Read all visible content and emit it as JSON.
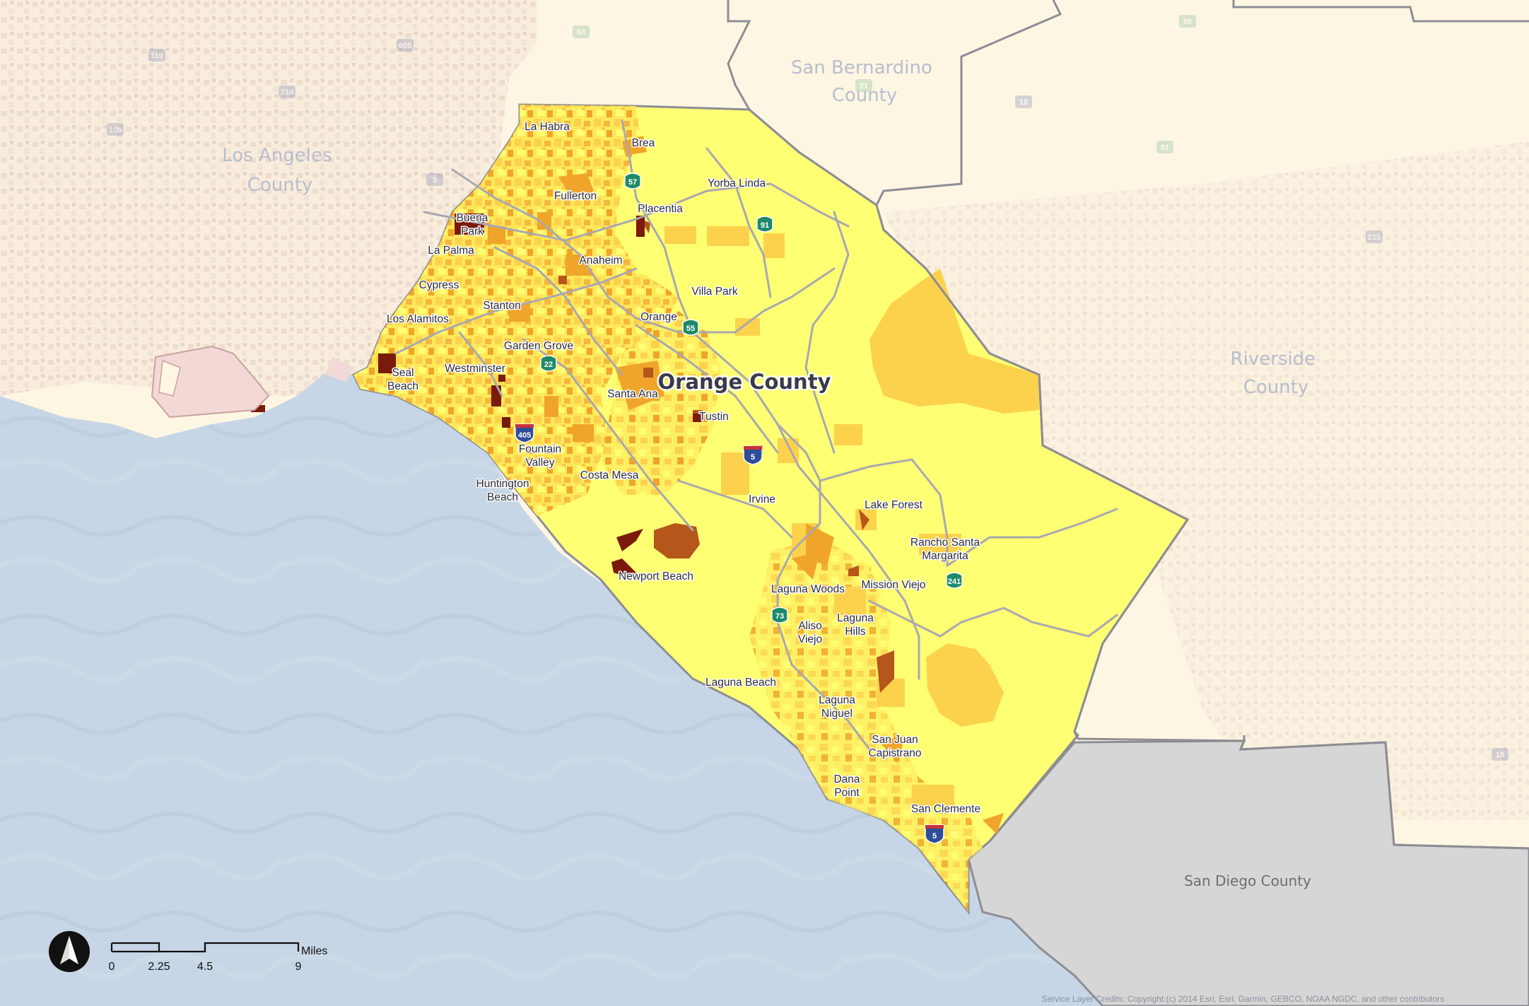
{
  "counties": {
    "main": "Orange County",
    "neighbors": [
      {
        "id": "los-angeles",
        "lines": [
          "Los Angeles",
          "County"
        ]
      },
      {
        "id": "san-bernardino",
        "lines": [
          "San Bernardino",
          "County"
        ]
      },
      {
        "id": "riverside",
        "lines": [
          "Riverside",
          "County"
        ]
      },
      {
        "id": "san-diego",
        "lines": [
          "San Diego County"
        ]
      }
    ]
  },
  "cities": [
    {
      "id": "la-habra",
      "lines": [
        "La Habra"
      ]
    },
    {
      "id": "brea",
      "lines": [
        "Brea"
      ]
    },
    {
      "id": "yorba-linda",
      "lines": [
        "Yorba Linda"
      ]
    },
    {
      "id": "fullerton",
      "lines": [
        "Fullerton"
      ]
    },
    {
      "id": "placentia",
      "lines": [
        "Placentia"
      ]
    },
    {
      "id": "buena-park",
      "lines": [
        "Buena",
        "Park"
      ]
    },
    {
      "id": "la-palma",
      "lines": [
        "La Palma"
      ]
    },
    {
      "id": "anaheim",
      "lines": [
        "Anaheim"
      ]
    },
    {
      "id": "cypress",
      "lines": [
        "Cypress"
      ]
    },
    {
      "id": "villa-park",
      "lines": [
        "Villa Park"
      ]
    },
    {
      "id": "stanton",
      "lines": [
        "Stanton"
      ]
    },
    {
      "id": "los-alamitos",
      "lines": [
        "Los Alamitos"
      ]
    },
    {
      "id": "orange",
      "lines": [
        "Orange"
      ]
    },
    {
      "id": "garden-grove",
      "lines": [
        "Garden Grove"
      ]
    },
    {
      "id": "seal-beach",
      "lines": [
        "Seal",
        "Beach"
      ]
    },
    {
      "id": "westminster",
      "lines": [
        "Westminster"
      ]
    },
    {
      "id": "santa-ana",
      "lines": [
        "Santa Ana"
      ]
    },
    {
      "id": "tustin",
      "lines": [
        "Tustin"
      ]
    },
    {
      "id": "fountain-valley",
      "lines": [
        "Fountain",
        "Valley"
      ]
    },
    {
      "id": "costa-mesa",
      "lines": [
        "Costa Mesa"
      ]
    },
    {
      "id": "huntington-beach",
      "lines": [
        "Huntington",
        "Beach"
      ]
    },
    {
      "id": "irvine",
      "lines": [
        "Irvine"
      ]
    },
    {
      "id": "lake-forest",
      "lines": [
        "Lake Forest"
      ]
    },
    {
      "id": "rancho-santa-margarita",
      "lines": [
        "Rancho Santa",
        "Margarita"
      ]
    },
    {
      "id": "newport-beach",
      "lines": [
        "Newport Beach"
      ]
    },
    {
      "id": "laguna-woods",
      "lines": [
        "Laguna Woods"
      ]
    },
    {
      "id": "mission-viejo",
      "lines": [
        "Mission Viejo"
      ]
    },
    {
      "id": "aliso-viejo",
      "lines": [
        "Aliso",
        "Viejo"
      ]
    },
    {
      "id": "laguna-hills",
      "lines": [
        "Laguna",
        "Hills"
      ]
    },
    {
      "id": "laguna-beach",
      "lines": [
        "Laguna Beach"
      ]
    },
    {
      "id": "laguna-niguel",
      "lines": [
        "Laguna",
        "Niguel"
      ]
    },
    {
      "id": "san-juan-capistrano",
      "lines": [
        "San Juan",
        "Capistrano"
      ]
    },
    {
      "id": "dana-point",
      "lines": [
        "Dana",
        "Point"
      ]
    },
    {
      "id": "san-clemente",
      "lines": [
        "San Clemente"
      ]
    }
  ],
  "highways": [
    {
      "id": "sr-57",
      "number": "57",
      "type": "state"
    },
    {
      "id": "sr-91",
      "number": "91",
      "type": "state"
    },
    {
      "id": "sr-55",
      "number": "55",
      "type": "state"
    },
    {
      "id": "sr-22",
      "number": "22",
      "type": "state"
    },
    {
      "id": "i-405",
      "number": "405",
      "type": "interstate"
    },
    {
      "id": "i-5-north",
      "number": "5",
      "type": "interstate"
    },
    {
      "id": "sr-241",
      "number": "241",
      "type": "state"
    },
    {
      "id": "sr-73",
      "number": "73",
      "type": "state"
    },
    {
      "id": "i-5-south",
      "number": "5",
      "type": "interstate"
    }
  ],
  "faded_shields": [
    "605",
    "60",
    "110",
    "710",
    "105",
    "5",
    "60",
    "15",
    "91",
    "215",
    "15",
    "21"
  ],
  "scale_bar": {
    "unit": "Miles",
    "ticks": [
      "0",
      "2.25",
      "4.5",
      "9"
    ]
  },
  "north_arrow": {
    "icon": "north-arrow-icon"
  },
  "credits": "Service Layer Credits: Copyright:(c) 2014 Esri, Esri, Garmin, GEBCO, NOAA NGDC, and other contributors",
  "colors": {
    "ocean": "#c6d6e6",
    "land_background": "#fdf6e3",
    "san_diego": "#d6d6d6",
    "class_1": "#ffff73",
    "class_2": "#fcd24d",
    "class_3": "#f0a52a",
    "class_4": "#b5561a",
    "class_5": "#7a1a0a",
    "roads": "#a8a8b0",
    "county_border": "#8d8d95"
  }
}
